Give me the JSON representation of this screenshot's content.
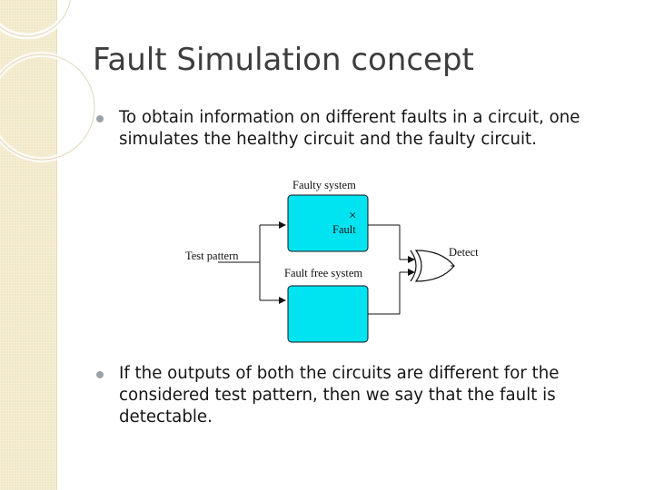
{
  "slide": {
    "title": "Fault Simulation concept",
    "bullets": [
      "To obtain information on different faults in a circuit, one simulates the healthy circuit and the faulty circuit.",
      "If the outputs of both the circuits are different for the considered test pattern, then we say that the fault is detectable."
    ]
  },
  "diagram": {
    "labels": {
      "faulty_system": "Faulty system",
      "fault": "Fault",
      "fault_marker": "×",
      "fault_free_system": "Fault free system",
      "test_pattern": "Test pattern",
      "detect": "Detect"
    }
  },
  "colors": {
    "background_band": "#f1e8c8",
    "title_text": "#3d3d3d",
    "body_text": "#161616",
    "bullet": "#9aa4a8",
    "system_box": "#00e4f2"
  }
}
